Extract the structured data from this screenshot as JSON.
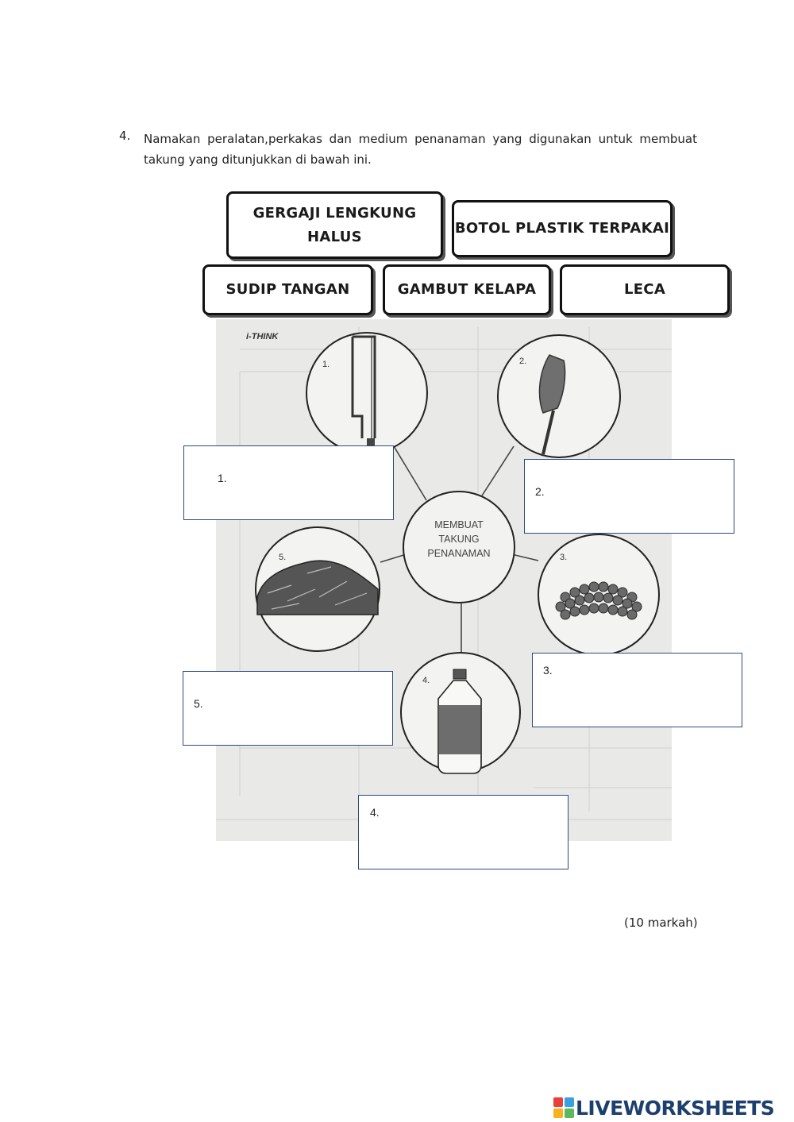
{
  "question": {
    "number": "4.",
    "text": "Namakan peralatan,perkakas dan medium penanaman yang digunakan untuk membuat takung yang ditunjukkan di bawah ini."
  },
  "word_bank": [
    {
      "line1": "GERGAJI LENGKUNG",
      "line2": "HALUS"
    },
    {
      "line1": "BOTOL PLASTIK TERPAKAI"
    },
    {
      "line1": "SUDIP TANGAN"
    },
    {
      "line1": "GAMBUT KELAPA"
    },
    {
      "line1": "LECA"
    }
  ],
  "diagram": {
    "header": "i-THINK",
    "center": [
      "MEMBUAT",
      "TAKUNG",
      "PENANAMAN"
    ],
    "item_numbers": [
      "1.",
      "2.",
      "3.",
      "4.",
      "5."
    ]
  },
  "answers": [
    {
      "label": "1."
    },
    {
      "label": "2."
    },
    {
      "label": "3."
    },
    {
      "label": "4."
    },
    {
      "label": "5."
    }
  ],
  "marks": "(10 markah)",
  "logo": {
    "text": "LIVEWORKSHEETS",
    "colors": [
      "#e8403a",
      "#3aa1e0",
      "#f6b21b",
      "#5cb85c"
    ]
  }
}
